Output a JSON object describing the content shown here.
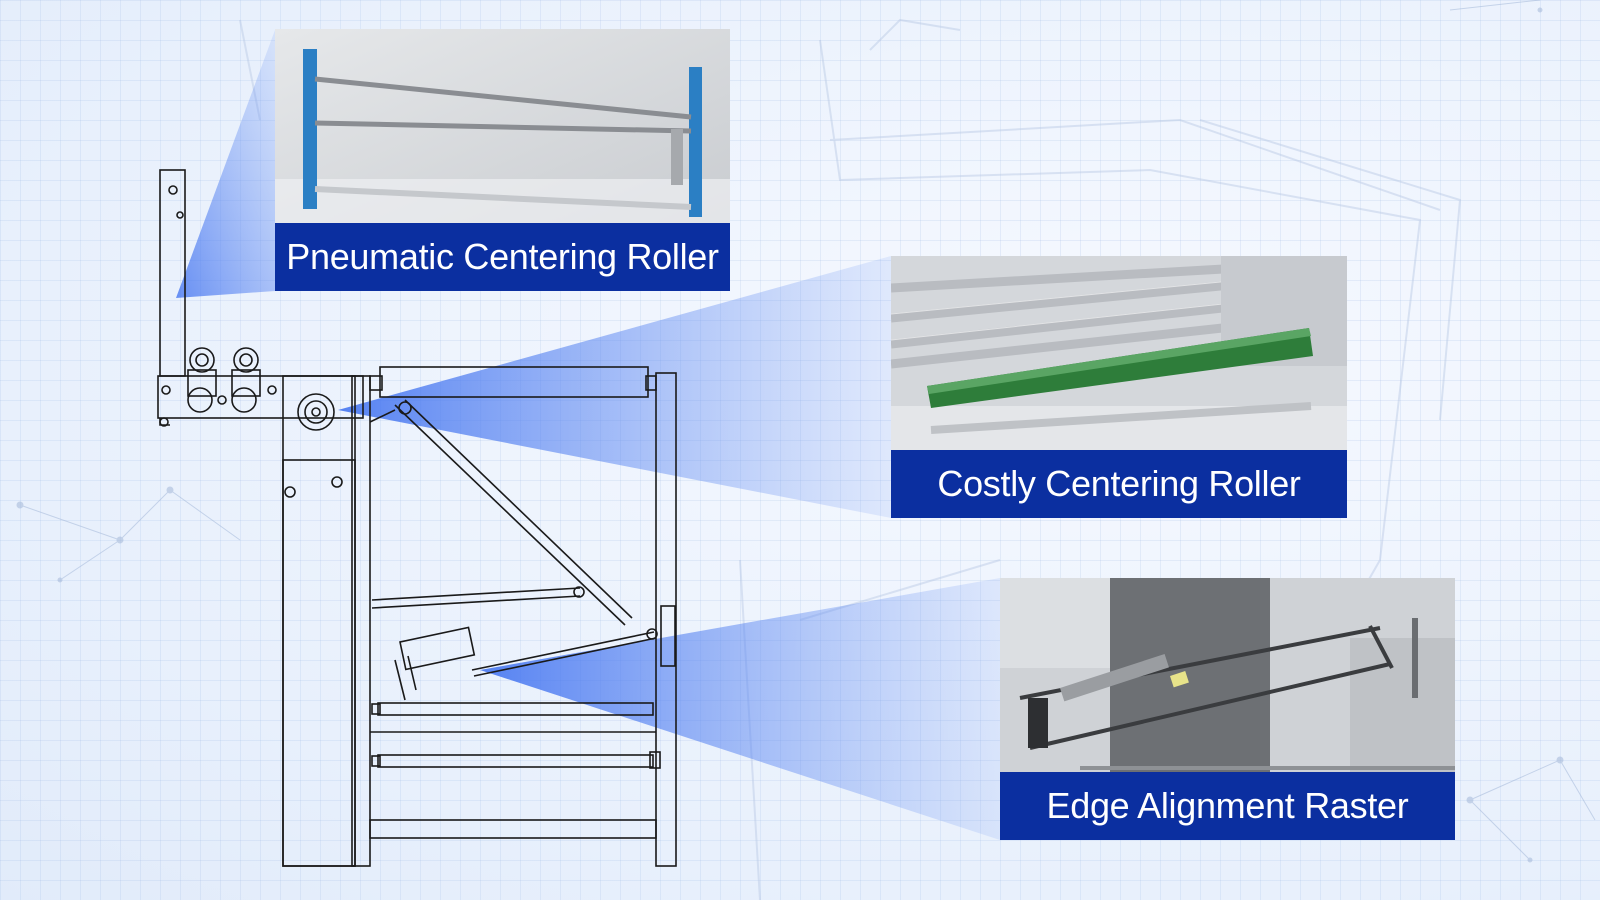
{
  "callouts": [
    {
      "label": "Pneumatic Centering Roller",
      "photo": "pneumatic-centering-roller-photo"
    },
    {
      "label": "Costly Centering Roller",
      "photo": "costly-centering-roller-photo"
    },
    {
      "label": "Edge Alignment Raster",
      "photo": "edge-alignment-raster-photo"
    }
  ],
  "colors": {
    "background": "#eef4fd",
    "caption_band": "#0b2fa0",
    "caption_text": "#ffffff",
    "beam": "#5b86f0",
    "drawing_line": "#1a1a1a",
    "blue_frame": "#2b7fc4",
    "green_roller": "#2e7d3a"
  }
}
